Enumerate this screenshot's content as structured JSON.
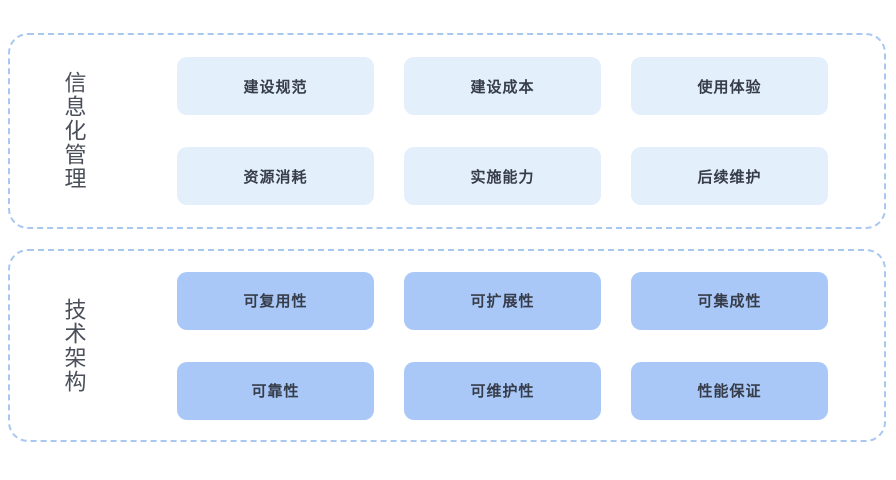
{
  "diagram": {
    "sections": [
      {
        "label": "信息化管理",
        "items": [
          "建设规范",
          "建设成本",
          "使用体验",
          "资源消耗",
          "实施能力",
          "后续维护"
        ]
      },
      {
        "label": "技术架构",
        "items": [
          "可复用性",
          "可扩展性",
          "可集成性",
          "可靠性",
          "可维护性",
          "性能保证"
        ]
      }
    ],
    "colors": {
      "border": "#a8c7f1",
      "light_box": "#e4effc",
      "dark_box": "#a9c8f7",
      "box_text": "#363c49",
      "label_text": "#4a4f5a",
      "background": "#ffffff"
    }
  }
}
